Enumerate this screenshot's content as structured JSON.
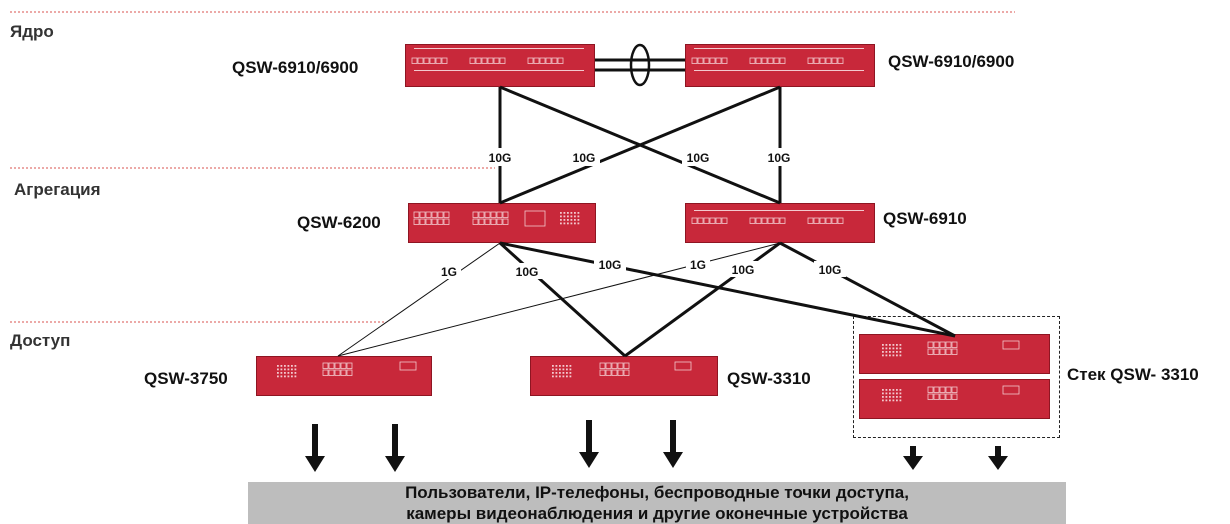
{
  "layers": {
    "core": "Ядро",
    "aggregation": "Агрегация",
    "access": "Доступ"
  },
  "devices": {
    "core_left": "QSW-6910/6900",
    "core_right": "QSW-6910/6900",
    "agg_left": "QSW-6200",
    "agg_right": "QSW-6910",
    "access_1": "QSW-3750",
    "access_2": "QSW-3310",
    "access_stack": "Стек QSW- 3310"
  },
  "links": {
    "core_agg_1": "10G",
    "core_agg_2": "10G",
    "core_agg_3": "10G",
    "core_agg_4": "10G",
    "agg_access_1g_left": "1G",
    "agg_access_10g_left": "10G",
    "agg_access_10g_stack": "10G",
    "agg_access_1g_right": "1G",
    "agg_access_10g_right": "10G",
    "agg_access_10g_right_stack": "10G"
  },
  "footer": {
    "line1": "Пользователи, IP-телефоны, беспроводные точки доступа,",
    "line2": "камеры видеонаблюдения и другие оконечные устройства"
  },
  "colors": {
    "switch": "#c8283a",
    "footer_bg": "#bdbdbd",
    "divider": "#d9534f"
  }
}
